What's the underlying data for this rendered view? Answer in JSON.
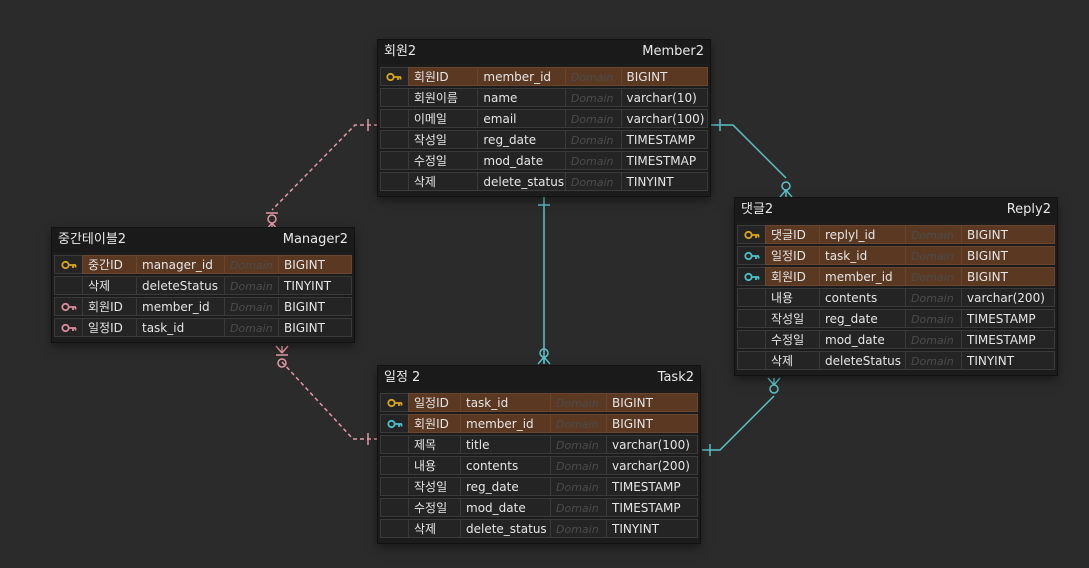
{
  "colors": {
    "pk_key": "#d9a420",
    "fk_key_teal": "#49c1c7",
    "fk_key_pink": "#d98b9a",
    "rel_teal": "#5cc2c8",
    "rel_pink": "#e39aa6"
  },
  "entities": {
    "member": {
      "logical_name": "회원2",
      "physical_name": "Member2",
      "columns": [
        {
          "key": "pk",
          "logical": "회원ID",
          "physical": "member_id",
          "domain": "Domain",
          "type": "BIGINT"
        },
        {
          "key": "",
          "logical": "회원이름",
          "physical": "name",
          "domain": "Domain",
          "type": "varchar(10)"
        },
        {
          "key": "",
          "logical": "이메일",
          "physical": "email",
          "domain": "Domain",
          "type": "varchar(100)"
        },
        {
          "key": "",
          "logical": "작성일",
          "physical": "reg_date",
          "domain": "Domain",
          "type": "TIMESTAMP"
        },
        {
          "key": "",
          "logical": "수정일",
          "physical": "mod_date",
          "domain": "Domain",
          "type": "TIMESTMAP"
        },
        {
          "key": "",
          "logical": "삭제",
          "physical": "delete_status",
          "domain": "Domain",
          "type": "TINYINT"
        }
      ]
    },
    "manager": {
      "logical_name": "중간테이블2",
      "physical_name": "Manager2",
      "columns": [
        {
          "key": "pk",
          "logical": "중간ID",
          "physical": "manager_id",
          "domain": "Domain",
          "type": "BIGINT"
        },
        {
          "key": "",
          "logical": "삭제",
          "physical": "deleteStatus",
          "domain": "Domain",
          "type": "TINYINT"
        },
        {
          "key": "fk-pink",
          "logical": "회원ID",
          "physical": "member_id",
          "domain": "Domain",
          "type": "BIGINT"
        },
        {
          "key": "fk-pink",
          "logical": "일정ID",
          "physical": "task_id",
          "domain": "Domain",
          "type": "BIGINT"
        }
      ]
    },
    "task": {
      "logical_name": "일정 2",
      "physical_name": "Task2",
      "columns": [
        {
          "key": "pk",
          "logical": "일정ID",
          "physical": "task_id",
          "domain": "Domain",
          "type": "BIGINT"
        },
        {
          "key": "fkpk-teal",
          "logical": "회원ID",
          "physical": "member_id",
          "domain": "Domain",
          "type": "BIGINT"
        },
        {
          "key": "",
          "logical": "제목",
          "physical": "title",
          "domain": "Domain",
          "type": "varchar(100)"
        },
        {
          "key": "",
          "logical": "내용",
          "physical": "contents",
          "domain": "Domain",
          "type": "varchar(200)"
        },
        {
          "key": "",
          "logical": "작성일",
          "physical": "reg_date",
          "domain": "Domain",
          "type": "TIMESTAMP"
        },
        {
          "key": "",
          "logical": "수정일",
          "physical": "mod_date",
          "domain": "Domain",
          "type": "TIMESTAMP"
        },
        {
          "key": "",
          "logical": "삭제",
          "physical": "delete_status",
          "domain": "Domain",
          "type": "TINYINT"
        }
      ]
    },
    "reply": {
      "logical_name": "댓글2",
      "physical_name": "Reply2",
      "columns": [
        {
          "key": "pk",
          "logical": "댓글ID",
          "physical": "replyl_id",
          "domain": "Domain",
          "type": "BIGINT"
        },
        {
          "key": "fkpk-teal",
          "logical": "일정ID",
          "physical": "task_id",
          "domain": "Domain",
          "type": "BIGINT"
        },
        {
          "key": "fkpk-teal",
          "logical": "회원ID",
          "physical": "member_id",
          "domain": "Domain",
          "type": "BIGINT"
        },
        {
          "key": "",
          "logical": "내용",
          "physical": "contents",
          "domain": "Domain",
          "type": "varchar(200)"
        },
        {
          "key": "",
          "logical": "작성일",
          "physical": "reg_date",
          "domain": "Domain",
          "type": "TIMESTAMP"
        },
        {
          "key": "",
          "logical": "수정일",
          "physical": "mod_date",
          "domain": "Domain",
          "type": "TIMESTAMP"
        },
        {
          "key": "",
          "logical": "삭제",
          "physical": "deleteStatus",
          "domain": "Domain",
          "type": "TINYINT"
        }
      ]
    }
  }
}
